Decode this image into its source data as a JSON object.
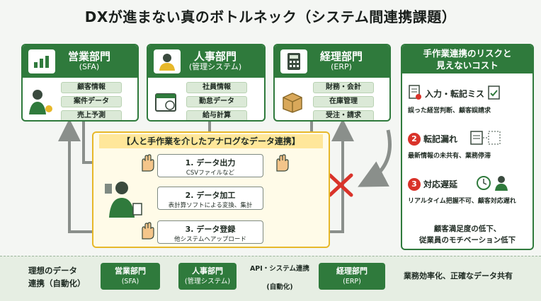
{
  "title": "DXが進まない真のボトルネック（システム間連携課題）",
  "departments": [
    {
      "name": "営業部門",
      "sub": "(SFA)",
      "items": [
        "顧客情報",
        "案件データ",
        "売上予測"
      ]
    },
    {
      "name": "人事部門",
      "sub": "(管理システム)",
      "items": [
        "社員情報",
        "勤怠データ",
        "給与計算"
      ]
    },
    {
      "name": "経理部門",
      "sub": "(ERP)",
      "items": [
        "財務・会計",
        "在庫管理",
        "受注・請求"
      ]
    }
  ],
  "analog": {
    "title": "【人と手作業を介したアナログなデータ連携】",
    "steps": [
      {
        "title": "1. データ出力",
        "desc": "CSVファイルなど"
      },
      {
        "title": "2. データ加工",
        "desc": "表計算ソフトによる変換、集計"
      },
      {
        "title": "3. データ登録",
        "desc": "他システムへアップロード"
      }
    ]
  },
  "risk": {
    "header_line1": "手作業連携のリスクと",
    "header_line2": "見えないコスト",
    "items": [
      {
        "title": "入力・転記ミス",
        "desc": "誤った経営判断、顧客誤請求"
      },
      {
        "num": "2",
        "title": "転記漏れ",
        "desc": "最新情報の未共有、業務停滞"
      },
      {
        "num": "3",
        "title": "対応遅延",
        "desc": "リアルタイム把握不可、顧客対応遅れ"
      }
    ],
    "conclusion_line1": "顧客満足度の低下、",
    "conclusion_line2": "従業員のモチベーション低下"
  },
  "ideal": {
    "label_line1": "理想のデータ",
    "label_line2": "連携（自動化）",
    "boxes": [
      {
        "name": "営業部門",
        "sub": "(SFA)"
      },
      {
        "name": "人事部門",
        "sub": "(管理システム)"
      },
      {
        "name": "経理部門",
        "sub": "(ERP)"
      }
    ],
    "api_label": "API・システム連携",
    "api_sub": "(自動化)",
    "result": "業務効率化、正確なデータ共有"
  },
  "colors": {
    "green": "#2f7a3c",
    "light_green": "#dbe9d7",
    "yellow": "#e7b82a",
    "red": "#d9332a",
    "gray_arrow": "#8a8f8b"
  }
}
